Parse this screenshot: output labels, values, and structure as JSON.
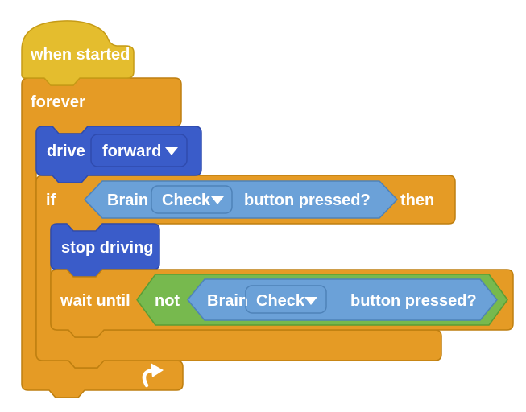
{
  "workspace": {
    "background": "#ffffff",
    "description": "block programming canvas"
  },
  "colors": {
    "hat_fill": "#E4BD2E",
    "hat_stroke": "#C69B16",
    "control_fill": "#E59B25",
    "control_stroke": "#BE7F10",
    "drive_fill": "#3A5CC9",
    "drive_stroke": "#2F4BAE",
    "sensing_fill": "#6BA1D8",
    "sensing_stroke": "#4E82B8",
    "operator_fill": "#77B94E",
    "operator_stroke": "#5A9D35",
    "text": "#FFFFFF"
  },
  "blocks": {
    "when_started": {
      "label": "when started"
    },
    "forever": {
      "label": "forever"
    },
    "drive": {
      "label": "drive",
      "direction": "forward"
    },
    "if_then": {
      "if_label": "if",
      "then_label": "then"
    },
    "brain_button_pressed_if": {
      "device": "Brain",
      "button": "Check",
      "suffix": "button pressed?"
    },
    "stop_driving": {
      "label": "stop driving"
    },
    "wait_until": {
      "label": "wait until"
    },
    "not_operator": {
      "label": "not"
    },
    "brain_button_pressed_wait": {
      "device": "Brain",
      "button": "Check",
      "suffix": "button pressed?"
    }
  }
}
